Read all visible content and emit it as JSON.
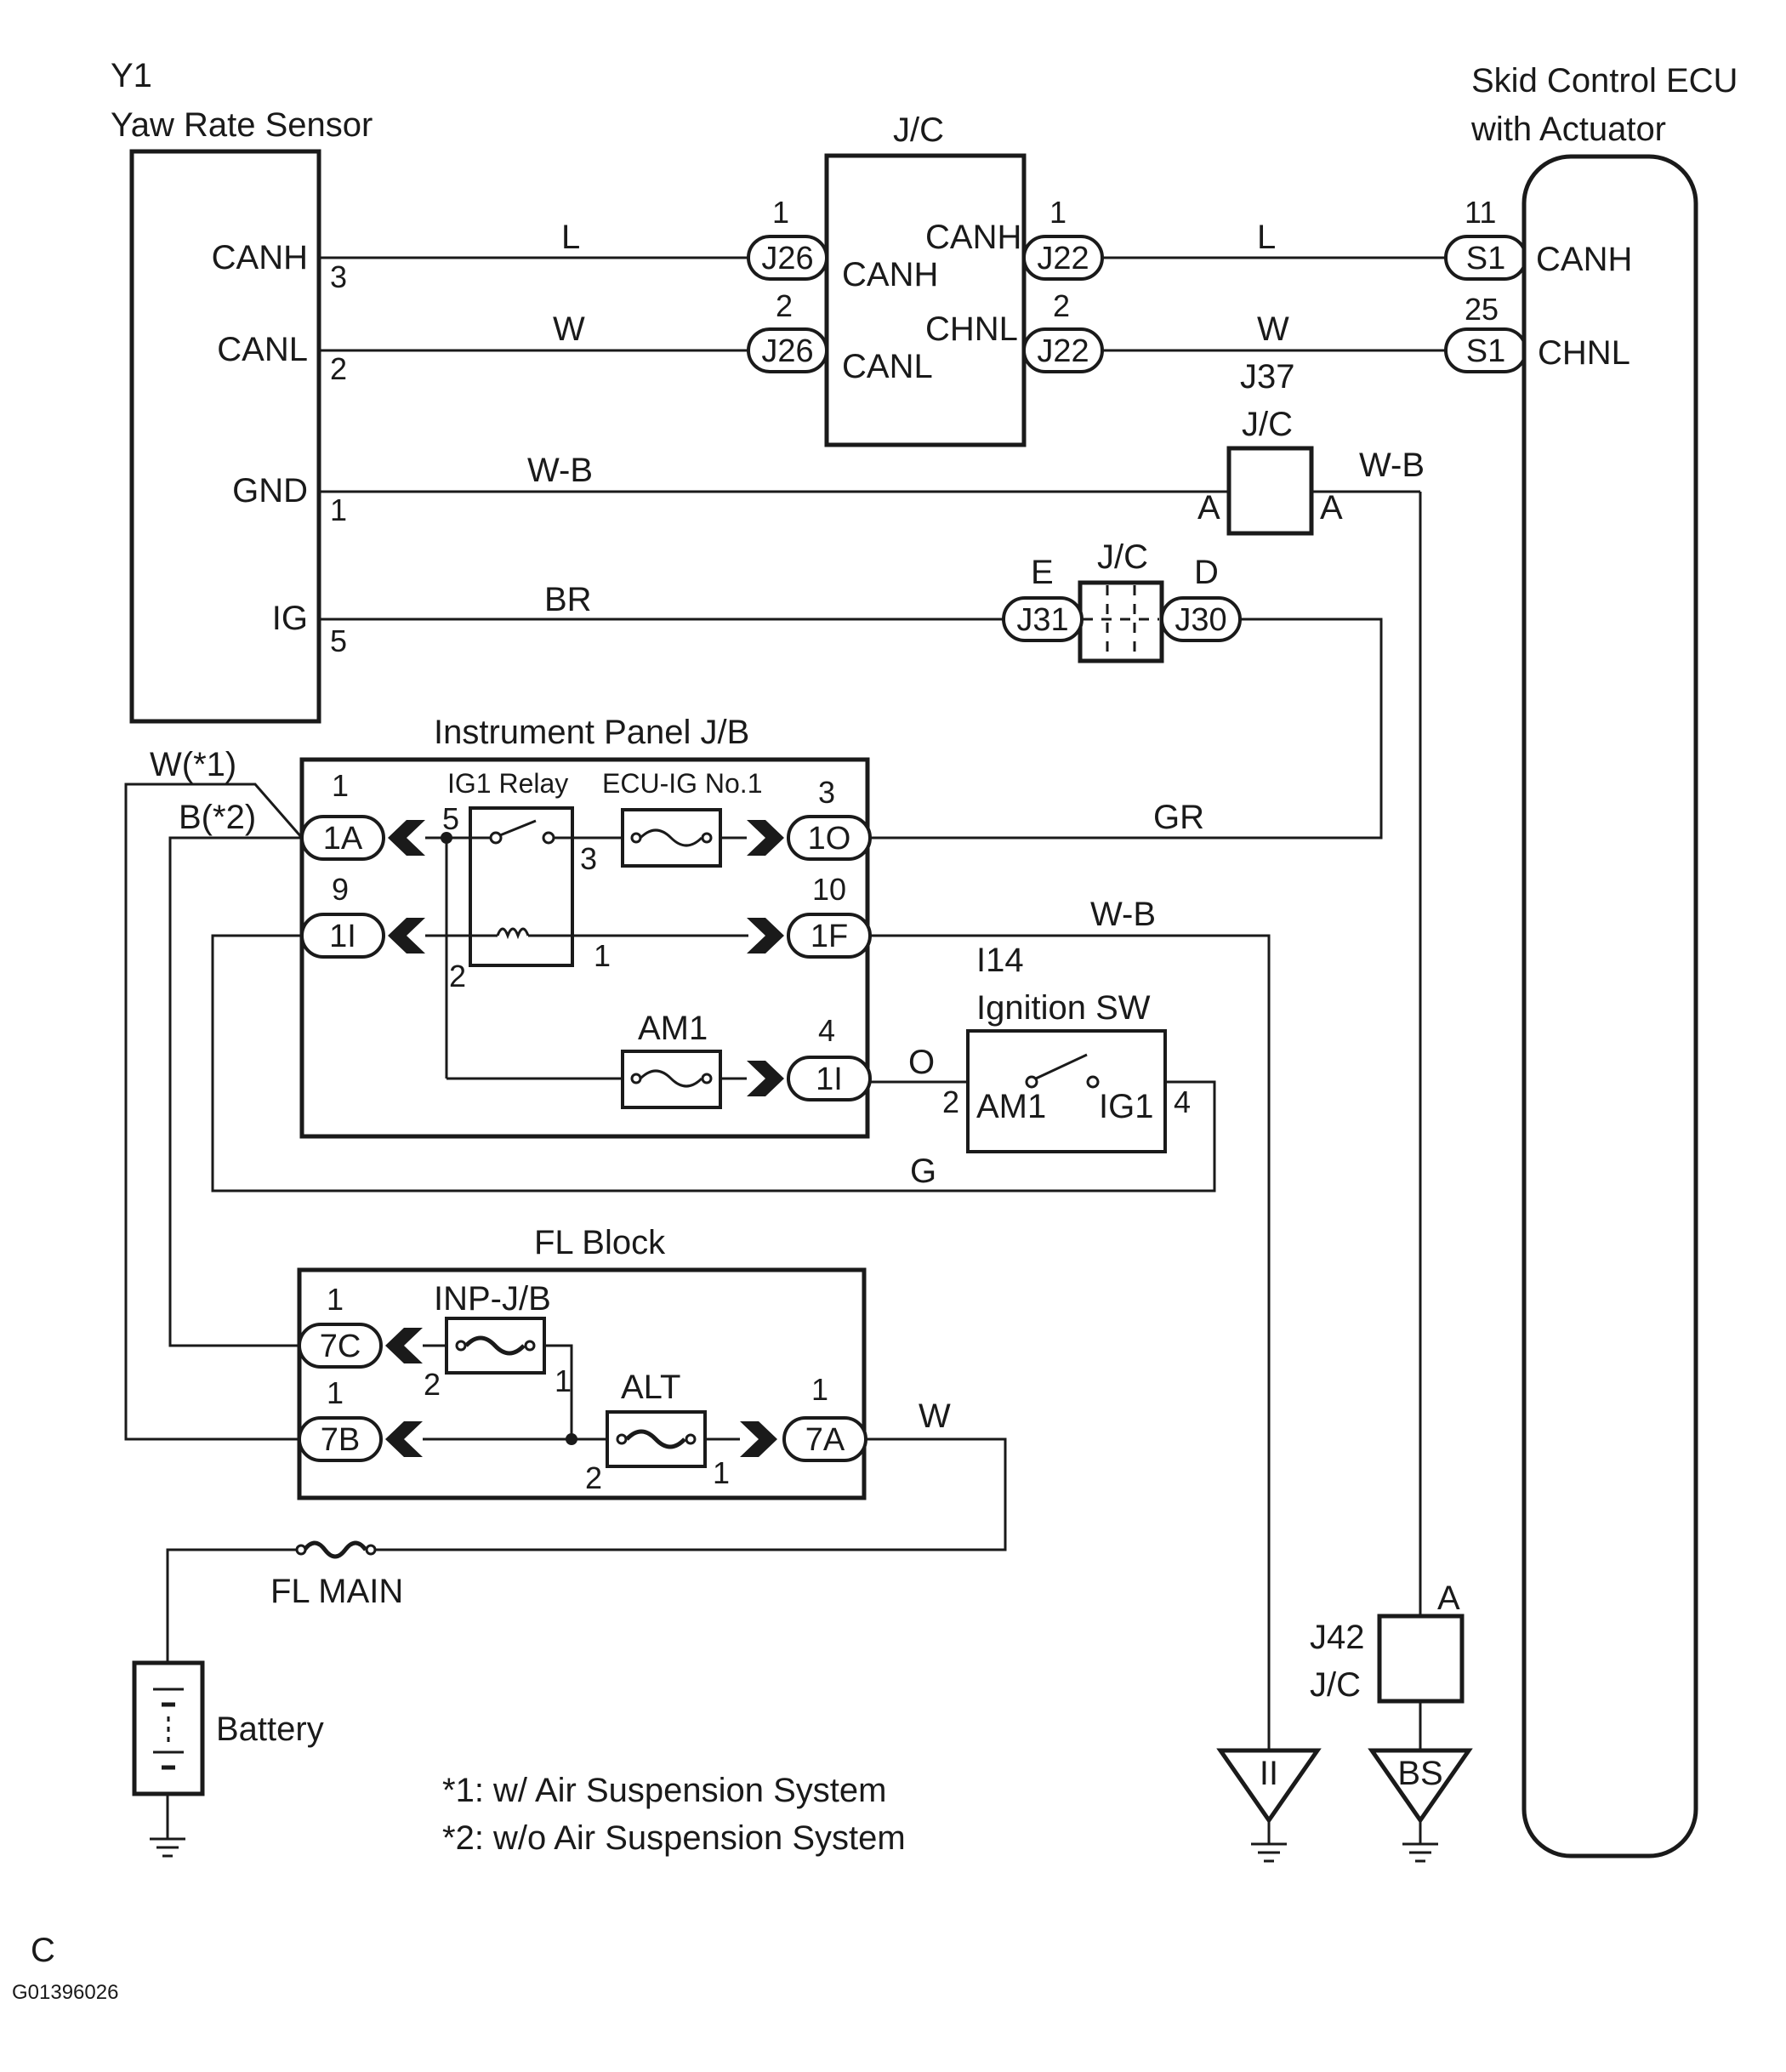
{
  "components": {
    "yaw_sensor": {
      "ref": "Y1",
      "name": "Yaw Rate Sensor",
      "pins": {
        "canh": "CANH",
        "canl": "CANL",
        "gnd": "GND",
        "ig": "IG"
      },
      "pin_nums": {
        "canh": "3",
        "canl": "2",
        "gnd": "1",
        "ig": "5"
      }
    },
    "jc_can": {
      "label": "J/C",
      "left_pin_canh": "CANH",
      "left_pin_canl": "CANL",
      "right_pin_canh": "CANH",
      "right_pin_chnl": "CHNL"
    },
    "skid_ecu": {
      "line1": "Skid Control ECU",
      "line2": "with Actuator",
      "pin_canh": "CANH",
      "pin_chnl": "CHNL"
    },
    "jc_j37": {
      "ref": "J37",
      "label": "J/C",
      "left": "A",
      "right": "A"
    },
    "jc_j30": {
      "label": "J/C",
      "left": "E",
      "right": "D"
    },
    "ip_jb": {
      "title": "Instrument Panel J/B",
      "relay": "IG1 Relay",
      "fuse_ecu": "ECU-IG No.1",
      "fuse_am1": "AM1"
    },
    "ign_sw": {
      "ref": "I14",
      "name": "Ignition SW",
      "am1": "AM1",
      "ig1": "IG1",
      "pin_left": "2",
      "pin_right": "4"
    },
    "fl_block": {
      "title": "FL Block",
      "fuse_inp": "INP-J/B",
      "fuse_alt": "ALT"
    },
    "fl_main": "FL MAIN",
    "battery": "Battery",
    "jc_j42": {
      "ref": "J42",
      "label": "J/C",
      "top": "A"
    }
  },
  "connectors": {
    "j26a": "J26",
    "j26b": "J26",
    "j22a": "J22",
    "j22b": "J22",
    "s1a": "S1",
    "s1b": "S1",
    "j31": "J31",
    "j30": "J30",
    "c1a": "1A",
    "c1i_top": "1I",
    "c1o": "1O",
    "c1f": "1F",
    "c1i_bot": "1I",
    "c7c": "7C",
    "c7b": "7B",
    "c7a": "7A"
  },
  "pin_numbers": {
    "j26a": "1",
    "j26b": "2",
    "j22a": "1",
    "j22b": "2",
    "s1a": "11",
    "s1b": "25",
    "c1a": "1",
    "c1i_top": "9",
    "c1o": "3",
    "c1f": "10",
    "c1i_bot": "4",
    "relay_5": "5",
    "relay_3": "3",
    "relay_2": "2",
    "relay_1": "1",
    "c7c": "1",
    "c7b": "1",
    "c7a": "1",
    "inp_2": "2",
    "inp_1": "1",
    "alt_2": "2",
    "alt_1": "1"
  },
  "wire_colors": {
    "canh_left": "L",
    "canl_left": "W",
    "canh_right": "L",
    "chnl_right": "W",
    "gnd": "W-B",
    "gnd_right": "W-B",
    "ig": "BR",
    "gr": "GR",
    "wb_ground": "W-B",
    "o": "O",
    "g": "G",
    "w_alt": "W",
    "w1": "W(*1)",
    "b2": "B(*2)"
  },
  "grounds": {
    "ii": "II",
    "bs": "BS"
  },
  "notes": {
    "n1": "*1: w/ Air Suspension System",
    "n2": "*2: w/o Air Suspension System"
  },
  "footer": {
    "section": "C",
    "figure_id": "G01396026"
  }
}
